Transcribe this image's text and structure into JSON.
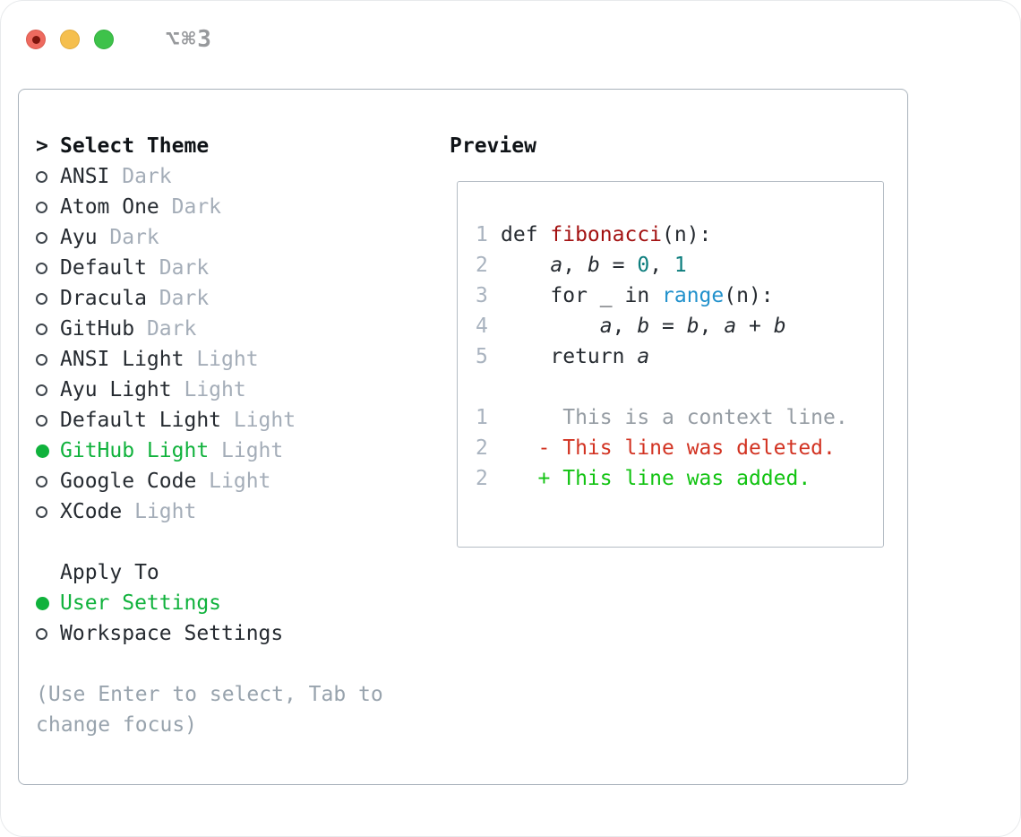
{
  "window": {
    "title": "⌥⌘3",
    "traffic_lights": [
      "close",
      "minimize",
      "zoom"
    ]
  },
  "theme_panel": {
    "header": {
      "prompt": ">",
      "label": "Select Theme"
    },
    "themes": [
      {
        "name": "ANSI",
        "variant": "Dark",
        "selected": false
      },
      {
        "name": "Atom One",
        "variant": "Dark",
        "selected": false
      },
      {
        "name": "Ayu",
        "variant": "Dark",
        "selected": false
      },
      {
        "name": "Default",
        "variant": "Dark",
        "selected": false
      },
      {
        "name": "Dracula",
        "variant": "Dark",
        "selected": false
      },
      {
        "name": "GitHub",
        "variant": "Dark",
        "selected": false
      },
      {
        "name": "ANSI Light",
        "variant": "Light",
        "selected": false
      },
      {
        "name": "Ayu Light",
        "variant": "Light",
        "selected": false
      },
      {
        "name": "Default Light",
        "variant": "Light",
        "selected": false
      },
      {
        "name": "GitHub Light",
        "variant": "Light",
        "selected": true
      },
      {
        "name": "Google Code",
        "variant": "Light",
        "selected": false
      },
      {
        "name": "XCode",
        "variant": "Light",
        "selected": false
      }
    ],
    "apply_to": {
      "label": "Apply To",
      "options": [
        {
          "label": "User Settings",
          "selected": true
        },
        {
          "label": "Workspace Settings",
          "selected": false
        }
      ]
    },
    "hint": "(Use Enter to select, Tab to change focus)"
  },
  "preview": {
    "label": "Preview",
    "code_lines": [
      {
        "num": "1",
        "tokens": [
          {
            "t": "def ",
            "c": "text"
          },
          {
            "t": "fibonacci",
            "c": "func"
          },
          {
            "t": "(n):",
            "c": "text"
          }
        ]
      },
      {
        "num": "2",
        "tokens": [
          {
            "t": "    ",
            "c": "text"
          },
          {
            "t": "a",
            "c": "var"
          },
          {
            "t": ", ",
            "c": "text"
          },
          {
            "t": "b",
            "c": "var"
          },
          {
            "t": " = ",
            "c": "text"
          },
          {
            "t": "0",
            "c": "num"
          },
          {
            "t": ", ",
            "c": "text"
          },
          {
            "t": "1",
            "c": "num"
          }
        ]
      },
      {
        "num": "3",
        "tokens": [
          {
            "t": "    for _ in ",
            "c": "text"
          },
          {
            "t": "range",
            "c": "builtin"
          },
          {
            "t": "(n):",
            "c": "text"
          }
        ]
      },
      {
        "num": "4",
        "tokens": [
          {
            "t": "        ",
            "c": "text"
          },
          {
            "t": "a",
            "c": "var"
          },
          {
            "t": ", ",
            "c": "text"
          },
          {
            "t": "b",
            "c": "var"
          },
          {
            "t": " = ",
            "c": "text"
          },
          {
            "t": "b",
            "c": "var"
          },
          {
            "t": ", ",
            "c": "text"
          },
          {
            "t": "a",
            "c": "var"
          },
          {
            "t": " + ",
            "c": "text"
          },
          {
            "t": "b",
            "c": "var"
          }
        ]
      },
      {
        "num": "5",
        "tokens": [
          {
            "t": "    return ",
            "c": "text"
          },
          {
            "t": "a",
            "c": "var"
          }
        ]
      }
    ],
    "diff_lines": [
      {
        "num": "1",
        "text": "     This is a context line.",
        "c": "context"
      },
      {
        "num": "2",
        "text": "   - This line was deleted.",
        "c": "deleted"
      },
      {
        "num": "2",
        "text": "   + This line was added.",
        "c": "added"
      }
    ]
  },
  "colors": {
    "text_primary": "#262b31",
    "text_muted": "#a4adb8",
    "accent_green": "#10b23c",
    "diff_added": "#12c312",
    "diff_deleted": "#d23322",
    "syntax_function": "#a31212",
    "syntax_number": "#0c7d7d",
    "syntax_builtin": "#2191cc",
    "line_number": "#a9b3bf",
    "context_line": "#959ca3",
    "traffic_red": "#ee6a5f",
    "traffic_yellow": "#f5bf4e",
    "traffic_green": "#3ec24a"
  }
}
